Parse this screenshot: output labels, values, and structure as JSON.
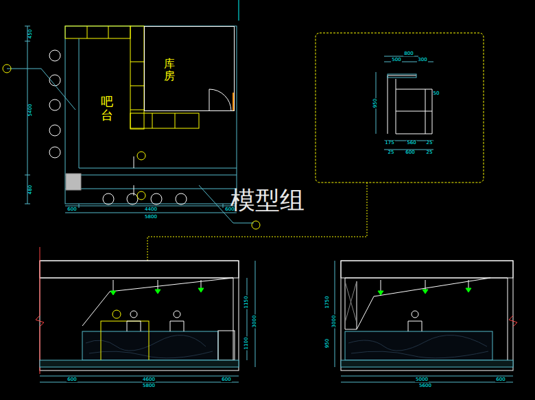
{
  "diagram": {
    "nodes": [
      {
        "text": [
          "吧台"
        ]
      },
      {
        "text": [
          "库房"
        ],
        "in": 0
      }
    ],
    "labels": [
      "450",
      "5400",
      "480",
      "600",
      "4400",
      "600",
      "5800",
      "模型组",
      "800",
      "500",
      "300",
      "950",
      "50",
      "175",
      "560",
      "25",
      "25",
      "600",
      "25",
      "1150",
      "3000",
      "1100",
      "600",
      "4600",
      "600",
      "5800",
      "3000",
      "1750",
      "950",
      "5000",
      "600",
      "5600"
    ]
  }
}
